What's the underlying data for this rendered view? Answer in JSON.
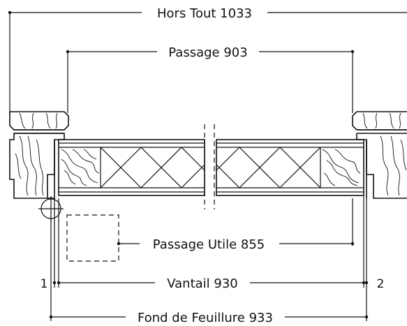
{
  "dimensions": {
    "hors_tout": "Hors Tout 1033",
    "passage": "Passage 903",
    "passage_utile": "Passage Utile 855",
    "vantail": "Vantail 930",
    "fond_feuillure": "Fond de Feuillure 933"
  },
  "markers": {
    "left": "1",
    "right": "2"
  },
  "colors": {
    "line": "#111111",
    "background": "#ffffff"
  }
}
